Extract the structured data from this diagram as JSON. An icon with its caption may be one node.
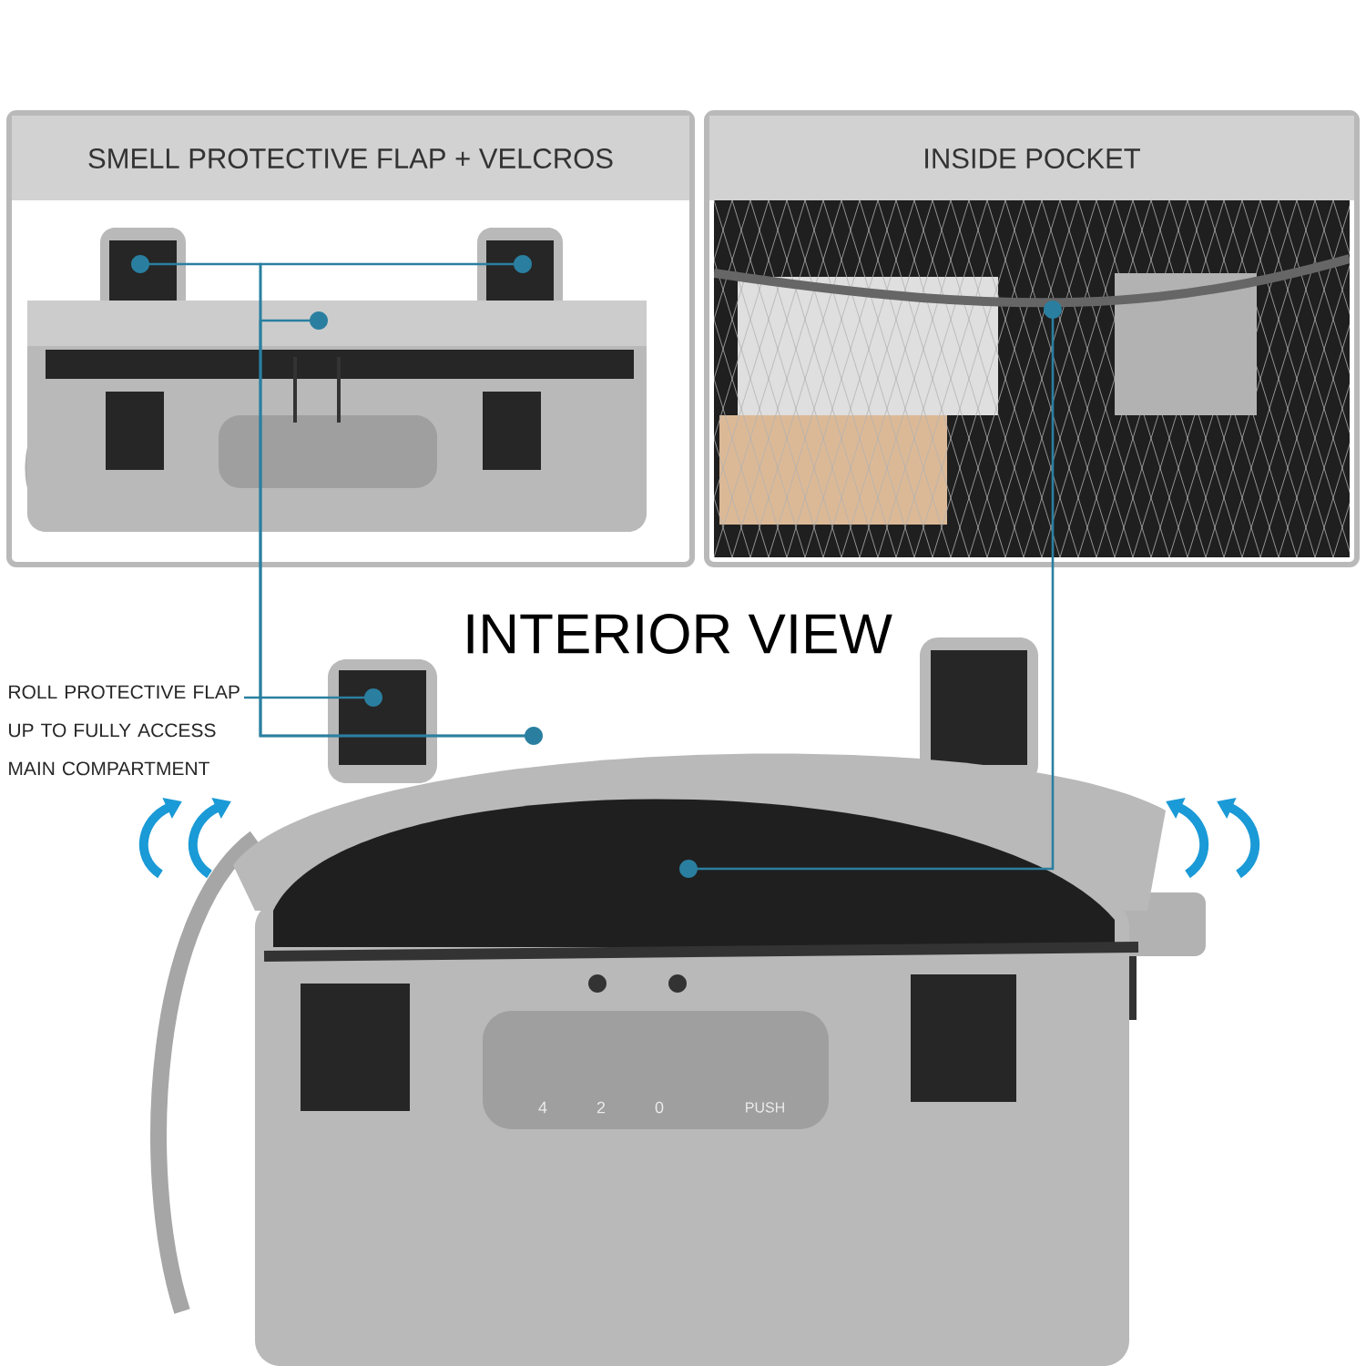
{
  "diagram": {
    "title": "INTERIOR VIEW",
    "nodes": [
      {
        "text": [
          "SMELL PROTECTIVE FLAP + VELCROS"
        ]
      },
      {
        "text": [
          "INSIDE POCKET"
        ]
      },
      {
        "text": [
          "ROLL PROTECTIVE FLAP UP TO FULLY ACCESS MAIN COMPARTMENT"
        ]
      },
      {
        "text": [],
        "shape": "circle",
        "in": 0
      },
      {
        "text": [],
        "shape": "circle",
        "in": 0
      },
      {
        "text": [],
        "shape": "circle",
        "in": 0
      },
      {
        "text": [],
        "shape": "circle"
      },
      {
        "text": [],
        "shape": "circle"
      },
      {
        "text": [],
        "shape": "circle",
        "in": 1
      },
      {
        "text": [],
        "shape": "circle"
      }
    ],
    "edges": [
      {
        "from": 3,
        "to": 7,
        "arrow": "none"
      },
      {
        "from": 4,
        "to": 7,
        "arrow": "none"
      },
      {
        "from": 5,
        "to": 7,
        "arrow": "none"
      },
      {
        "from": 2,
        "to": 6,
        "arrow": "none"
      },
      {
        "from": 8,
        "to": 9,
        "arrow": "none"
      }
    ],
    "labels": [
      "4",
      "2",
      "0",
      "PUSH"
    ]
  }
}
